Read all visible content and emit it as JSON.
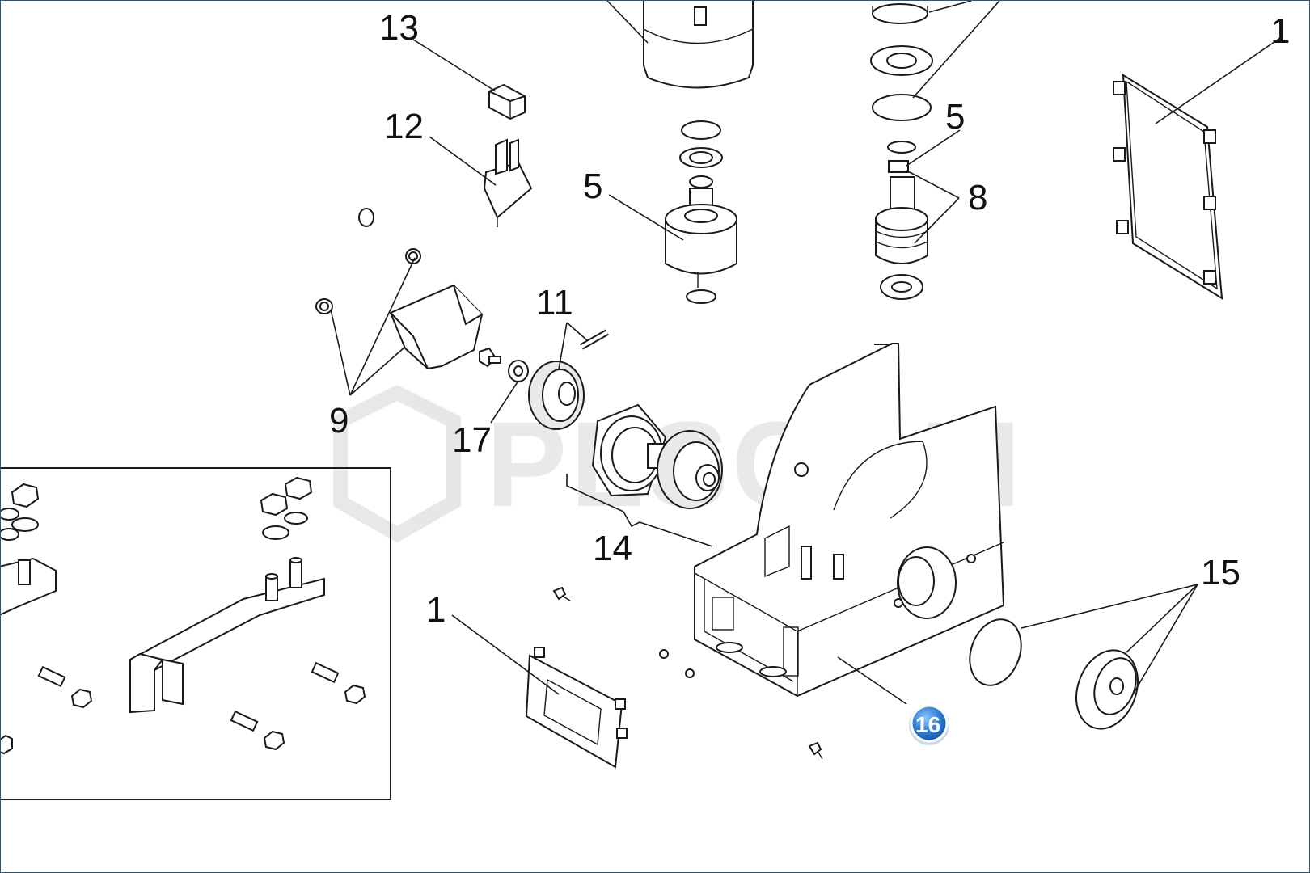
{
  "watermark": {
    "text": "PLSCOM"
  },
  "callouts": [
    {
      "id": "c13",
      "label": "13"
    },
    {
      "id": "c12",
      "label": "12"
    },
    {
      "id": "c5a",
      "label": "5"
    },
    {
      "id": "c5b",
      "label": "5"
    },
    {
      "id": "c8",
      "label": "8"
    },
    {
      "id": "c1a",
      "label": "1"
    },
    {
      "id": "c11",
      "label": "11"
    },
    {
      "id": "c9",
      "label": "9"
    },
    {
      "id": "c17",
      "label": "17"
    },
    {
      "id": "c14",
      "label": "14"
    },
    {
      "id": "c1b",
      "label": "1"
    },
    {
      "id": "c15",
      "label": "15"
    }
  ],
  "highlight": {
    "label": "16",
    "color": "#2f7fd6"
  },
  "colors": {
    "line": "#1a1a1a",
    "frame": "#33566e"
  }
}
